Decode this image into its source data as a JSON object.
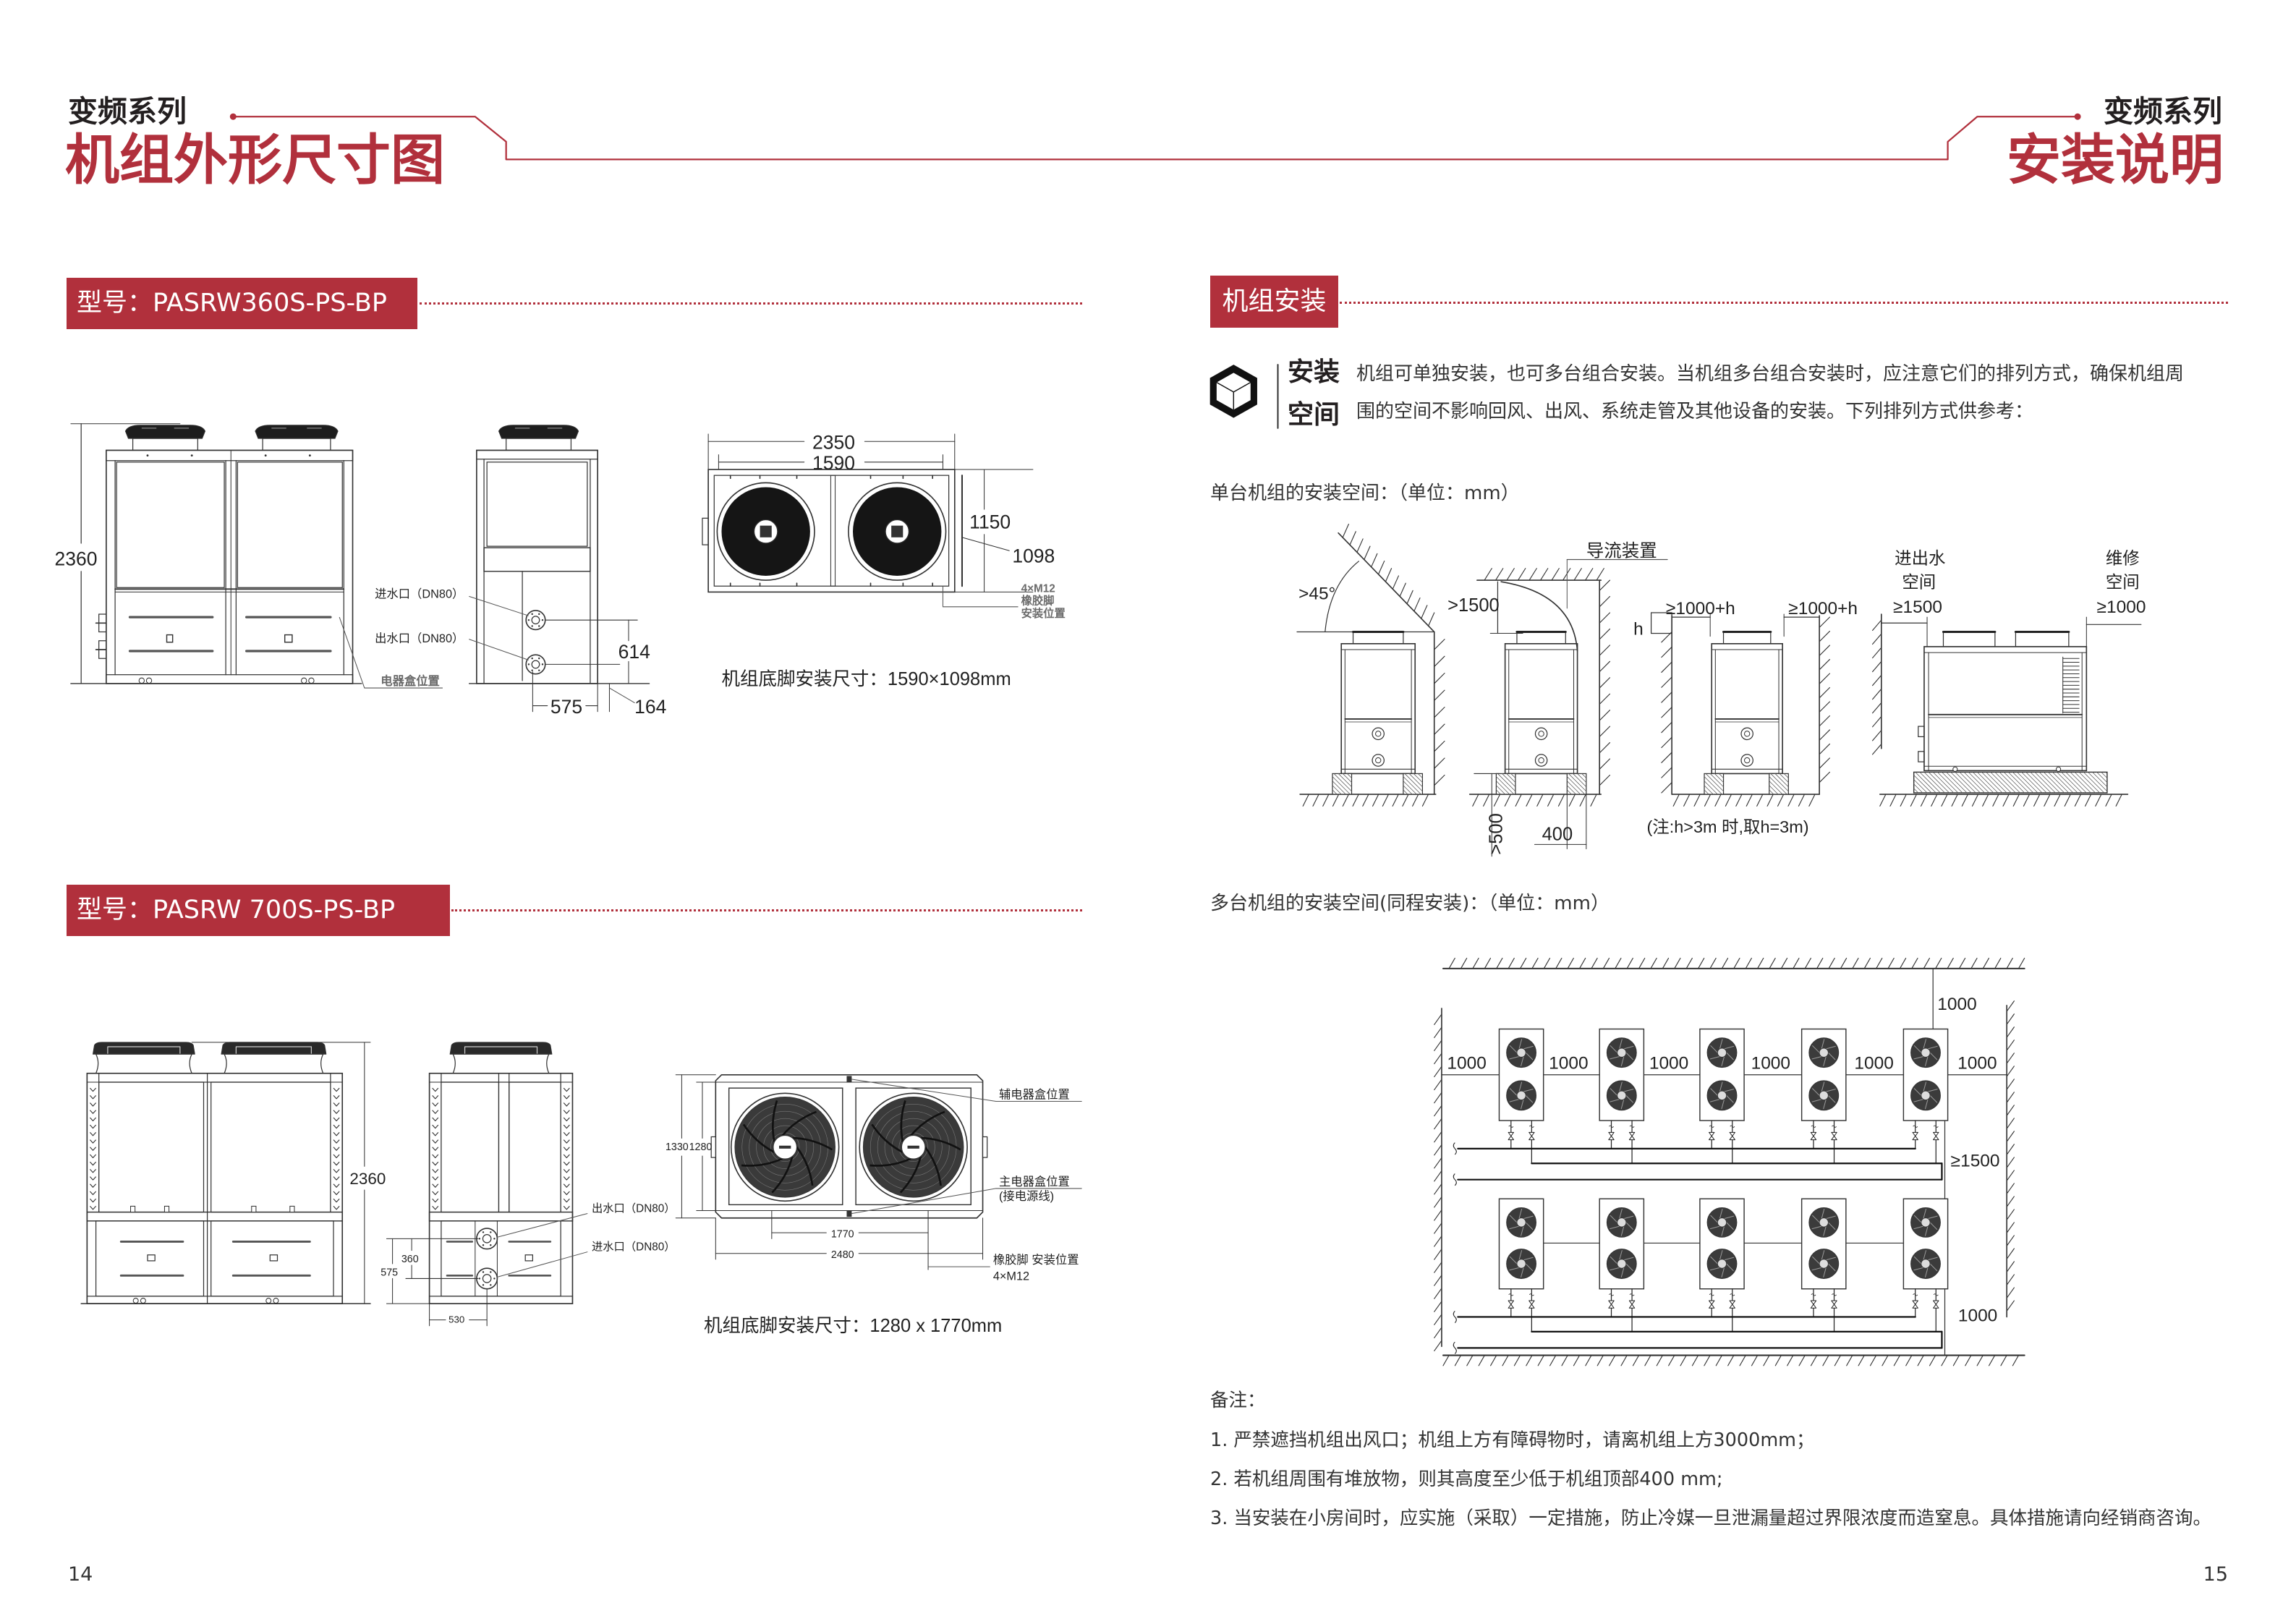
{
  "colors": {
    "accent": "#b1303c",
    "text": "#333333"
  },
  "header": {
    "left": {
      "series": "变频系列",
      "title": "机组外形尺寸图"
    },
    "right": {
      "series": "变频系列",
      "title": "安装说明"
    }
  },
  "left_page": {
    "page_number": "14",
    "models": [
      {
        "badge": "型号：PASRW360S-PS-BP",
        "front_view": {
          "height": "2360",
          "ebox_label": "电器盒位置"
        },
        "side_view": {
          "inlet_label": "进水口（DN80）",
          "outlet_label": "出水口（DN80）",
          "inlet_height": "614",
          "pipe_offset": "575",
          "frame_offset": "164"
        },
        "top_view": {
          "overall_width": "2350",
          "foot_span_width": "1590",
          "overall_depth": "1150",
          "foot_span_depth": "1098",
          "foot_note": {
            "spec": "4×M12",
            "part": "橡胶脚",
            "position": "安装位置"
          }
        },
        "caption": "机组底脚安装尺寸：1590×1098mm"
      },
      {
        "badge": "型号：PASRW 700S-PS-BP",
        "front_view": {
          "height": "2360"
        },
        "side_view": {
          "outlet_label": "出水口（DN80）",
          "inlet_label": "进水口（DN80）",
          "pipe_spacing": "360",
          "outlet_height": "575",
          "pipe_offset": "530"
        },
        "top_view": {
          "overall_depth": "1330",
          "foot_span_depth": "1280",
          "foot_span_width": "1770",
          "overall_width": "2480",
          "aux_ebox_label": "辅电器盒位置",
          "main_ebox_label": "主电器盒位置",
          "main_ebox_note": "(接电源线)",
          "foot_note": "橡胶脚 安装位置",
          "foot_spec": "4×M12"
        },
        "caption": "机组底脚安装尺寸：1280 x 1770mm"
      }
    ]
  },
  "right_page": {
    "page_number": "15",
    "section_badge": "机组安装",
    "space_heading": {
      "icon": "cube-icon",
      "line1": "安装",
      "line2": "空间"
    },
    "intro": {
      "line1": "机组可单独安装，也可多台组合安装。当机组多台组合安装时，应注意它们的排列方式，确保机组周",
      "line2": "围的空间不影响回风、出风、系统走管及其他设备的安装。下列排列方式供参考："
    },
    "single_title": "单台机组的安装空间：（单位：mm）",
    "single_diagrams": {
      "angle": ">45°",
      "top_clearance": ">1500",
      "deflector_label": "导流装置",
      "base_height": ">500",
      "wall_gap": "400",
      "side_clearance_left": "≥1000+h",
      "side_clearance_right": "≥1000+h",
      "h_marker": "h",
      "h_note": "(注:h>3m 时,取h=3m)",
      "water_side": {
        "label1": "进出水",
        "label2": "空间",
        "value": "≥1500"
      },
      "service_side": {
        "label1": "维修",
        "label2": "空间",
        "value": "≥1000"
      }
    },
    "multi_title": "多台机组的安装空间(同程安装)：（单位：mm）",
    "multi_diagram": {
      "rows": 2,
      "units_per_row": 5,
      "row_gap_labels": [
        "1000",
        "1000",
        "1000",
        "1000",
        "1000",
        "1000"
      ],
      "top_clearance": "1000",
      "row_spacing": "≥1500",
      "bottom_clearance": "1000"
    },
    "notes": {
      "title": "备注：",
      "items": [
        "1. 严禁遮挡机组出风口；机组上方有障碍物时，请离机组上方3000mm；",
        "2. 若机组周围有堆放物，则其高度至少低于机组顶部400 mm;",
        "3. 当安装在小房间时，应实施（采取）一定措施，防止冷媒一旦泄漏量超过界限浓度而造窒息。具体措施请向经销商咨询。"
      ]
    }
  }
}
